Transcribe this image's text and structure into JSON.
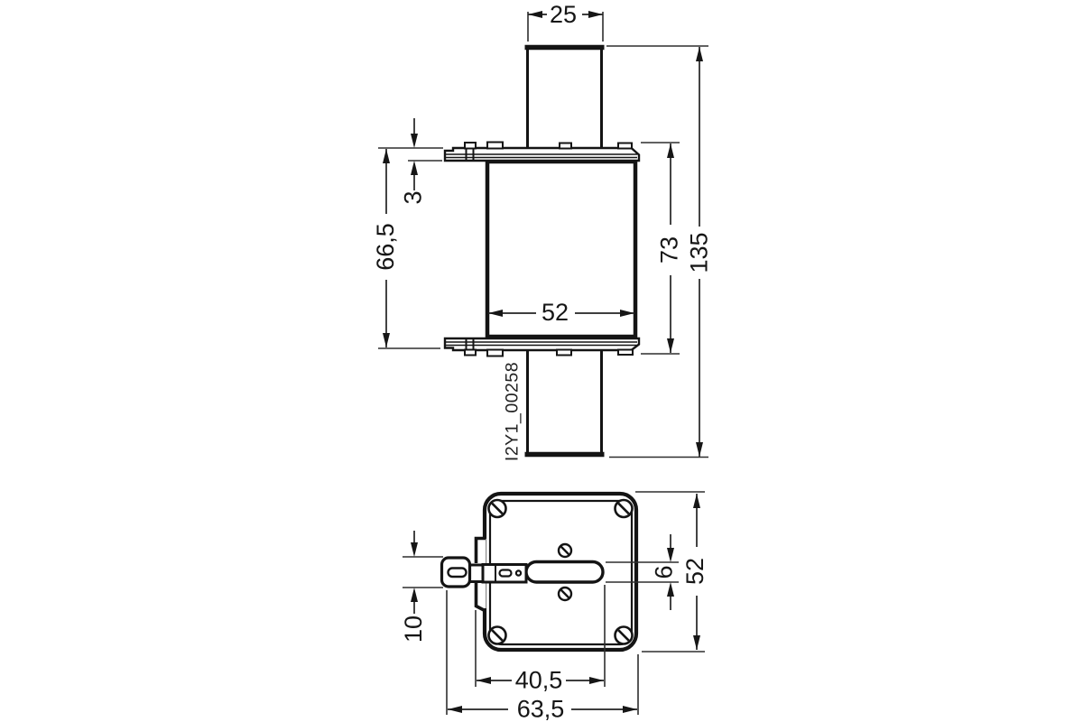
{
  "page": {
    "background": "#ffffff",
    "line_color": "#141414"
  },
  "part_label": "I2Y1_00258",
  "front_view": {
    "dimensions": {
      "blade_width": "25",
      "flange_thickness": "3",
      "body_height": "66,5",
      "body_width": "52",
      "flange_span": "73",
      "overall_height": "135"
    }
  },
  "bottom_view": {
    "dimensions": {
      "slot_width": "6",
      "base_size": "52",
      "lug_height": "10",
      "notch_to_slot": "40,5",
      "overall_width": "63,5"
    }
  }
}
